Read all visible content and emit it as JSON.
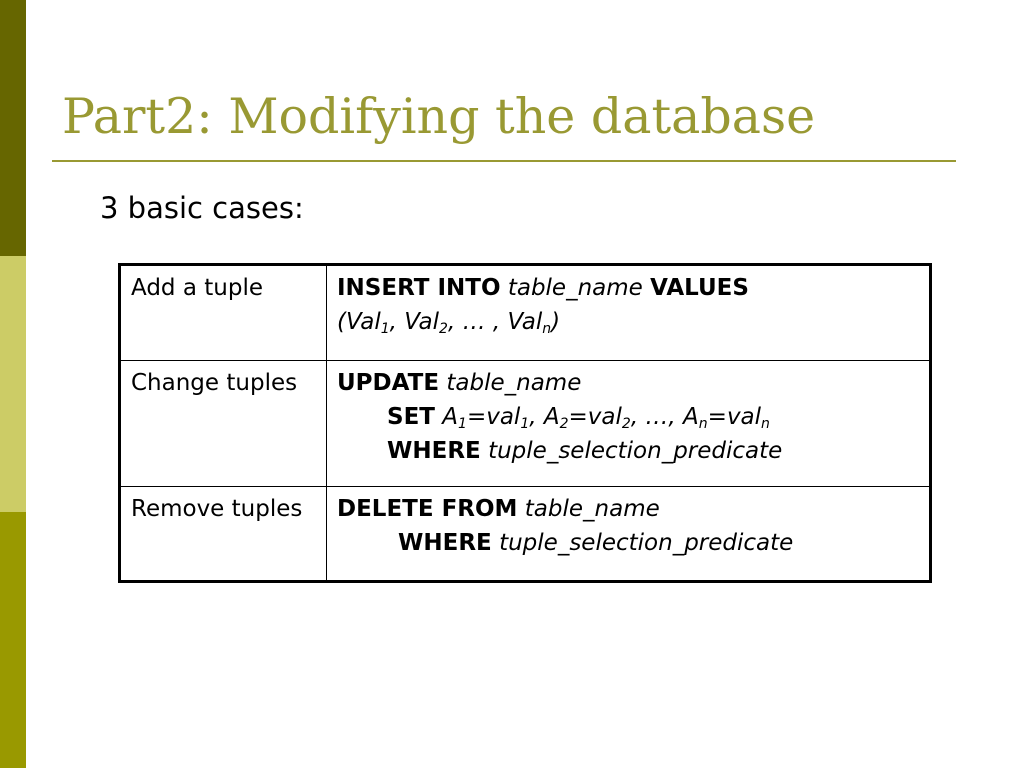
{
  "colors": {
    "accent": "#9b9b00",
    "bar_top": "#666600",
    "bar_mid": "#cccc66",
    "bar_bottom": "#999900",
    "title": "#999933",
    "rule": "#999933"
  },
  "slide": {
    "title": "Part2: Modifying the database",
    "subtitle": "3 basic cases:"
  },
  "table": {
    "rows": [
      {
        "case": "Add a tuple",
        "insert_kw": "INSERT INTO",
        "table_name": "table_name",
        "values_kw": "VALUES",
        "values_open": "(Val",
        "sub1": "1",
        "comma1": ", Val",
        "sub2": "2",
        "ellipsis": ", … , Val",
        "subn": "n",
        "values_close": ")"
      },
      {
        "case": "Change tuples",
        "update_kw": "UPDATE",
        "table_name": "table_name",
        "set_kw": "SET",
        "a1": "A",
        "a1_sub": "1",
        "eq1": "=val",
        "v1_sub": "1",
        "sep1": ", A",
        "a2_sub": "2",
        "eq2": "=val",
        "v2_sub": "2",
        "sep2": ", …, A",
        "an_sub": "n",
        "eqn": "=val",
        "vn_sub": "n",
        "where_kw": "WHERE",
        "predicate": "tuple_selection_predicate"
      },
      {
        "case": "Remove tuples",
        "delete_kw": "DELETE FROM",
        "table_name": "table_name",
        "where_kw": "WHERE",
        "predicate": "tuple_selection_predicate"
      }
    ]
  }
}
